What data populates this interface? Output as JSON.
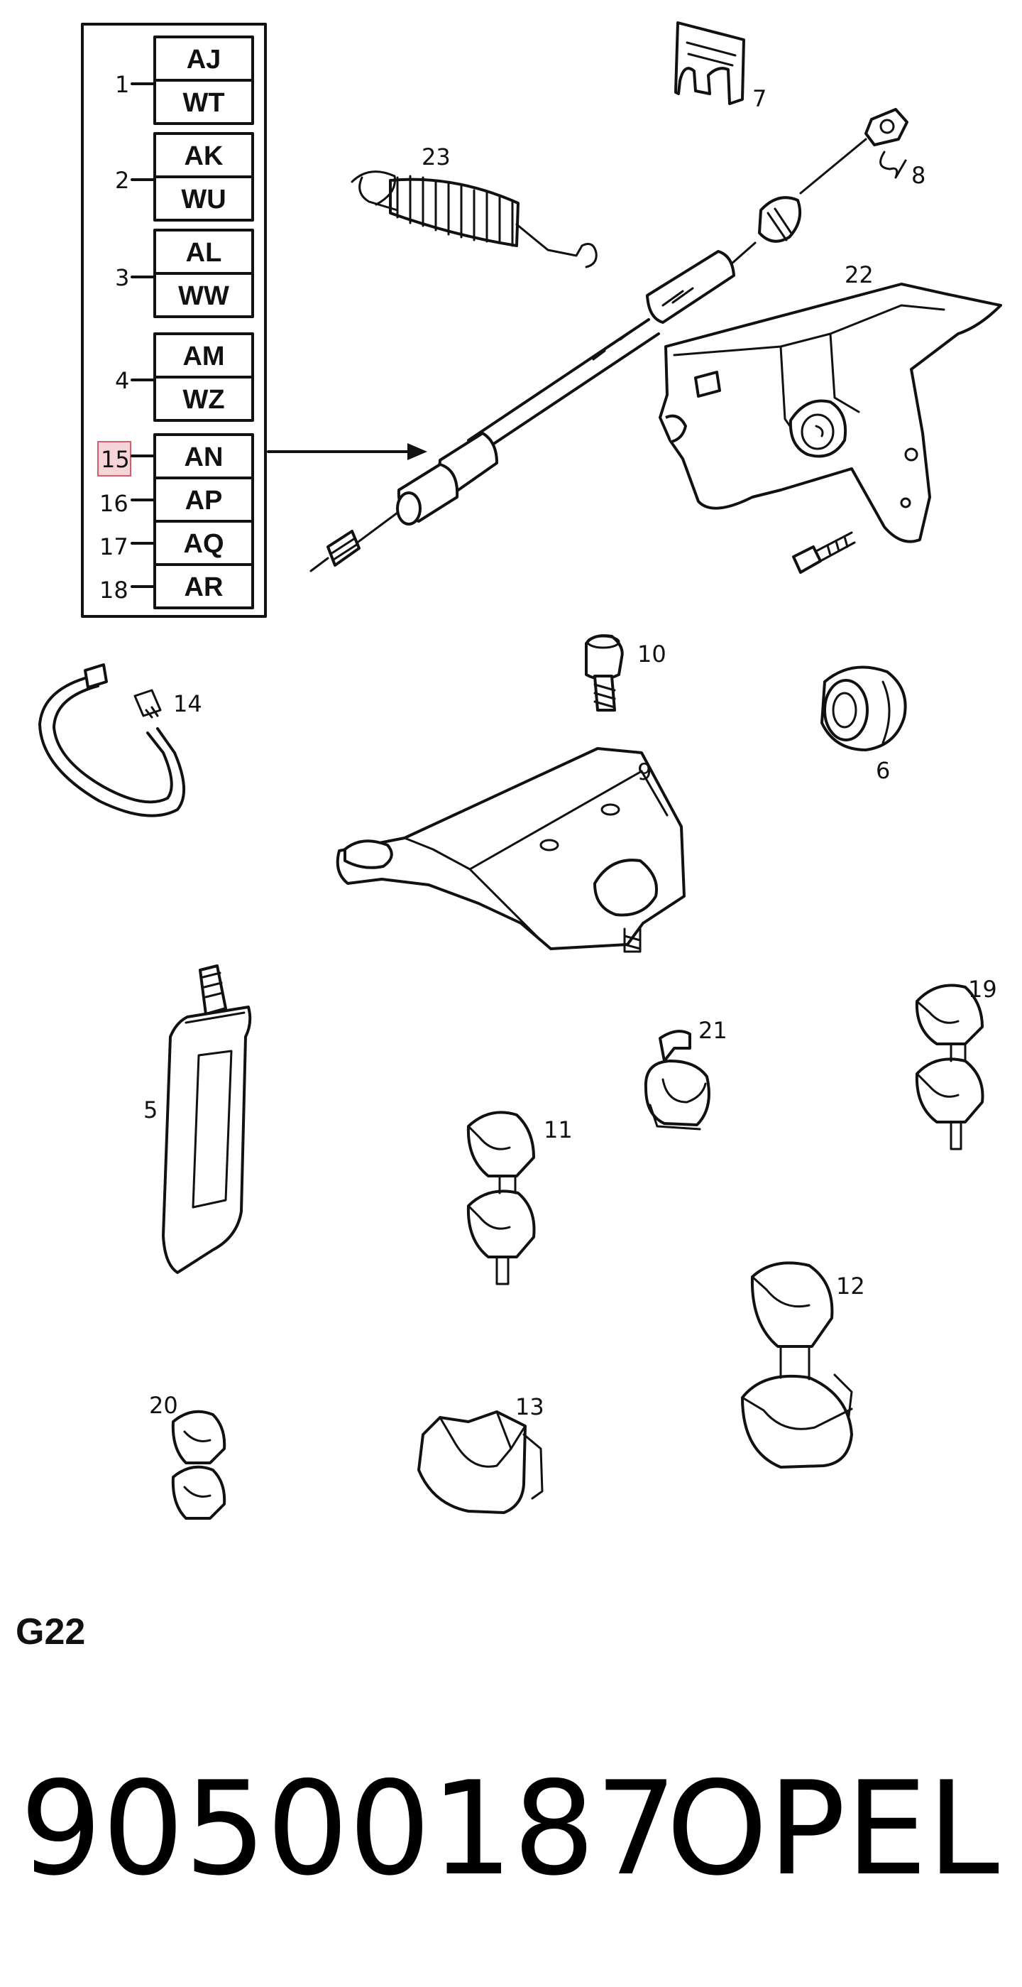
{
  "page_code": "G22",
  "footer": {
    "part_number": "90500187",
    "brand": "OPEL"
  },
  "legend": {
    "rows": [
      {
        "number": "1",
        "codes": [
          "AJ",
          "WT"
        ]
      },
      {
        "number": "2",
        "codes": [
          "AK",
          "WU"
        ]
      },
      {
        "number": "3",
        "codes": [
          "AL",
          "WW"
        ]
      },
      {
        "number": "4",
        "codes": [
          "AM",
          "WZ"
        ]
      },
      {
        "number": "15",
        "codes": [
          "AN"
        ],
        "highlighted": true
      },
      {
        "number": "16",
        "codes": [
          "AP"
        ]
      },
      {
        "number": "17",
        "codes": [
          "AQ"
        ]
      },
      {
        "number": "18",
        "codes": [
          "AR"
        ]
      }
    ],
    "highlight_color": "#f7d4d8"
  },
  "callouts": {
    "c5": "5",
    "c6": "6",
    "c7": "7",
    "c8": "8",
    "c9": "9",
    "c10": "10",
    "c11": "11",
    "c12": "12",
    "c13": "13",
    "c14": "14",
    "c19": "19",
    "c20": "20",
    "c21": "21",
    "c22": "22",
    "c23": "23"
  }
}
